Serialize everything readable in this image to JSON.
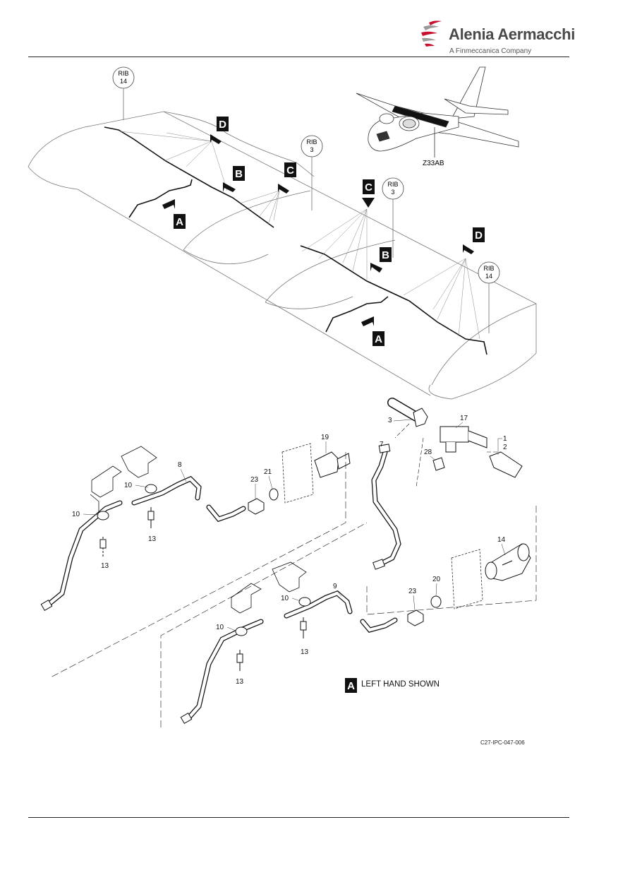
{
  "header": {
    "brand_name": "Alenia Aermacchi",
    "brand_tagline": "A Finmeccanica Company",
    "brand_color": "#c8102e"
  },
  "illustration": {
    "aircraft_zone": "Z33AB",
    "rib_label": "RIB",
    "rib_numbers": {
      "outboard": "14",
      "inboard": "3"
    },
    "view_letters": [
      "A",
      "B",
      "C",
      "D"
    ],
    "caption_view": "A",
    "caption_text": "LEFT HAND SHOWN",
    "reference_code": "C27-IPC-047-006"
  },
  "callouts": {
    "c1": "1",
    "c2": "2",
    "c3": "3",
    "c7": "7",
    "c8": "8",
    "c9": "9",
    "c10": "10",
    "c13": "13",
    "c14": "14",
    "c17": "17",
    "c19": "19",
    "c20": "20",
    "c21": "21",
    "c23": "23",
    "c28": "28"
  }
}
